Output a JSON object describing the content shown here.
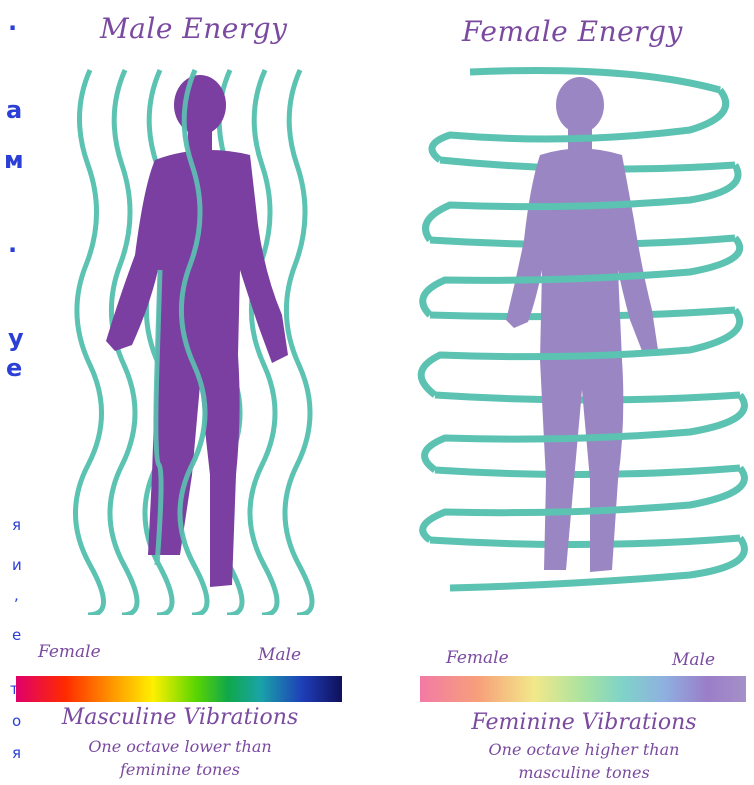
{
  "left_strip": {
    "fragments": [
      {
        "text": "."
      },
      {
        "text": "a"
      },
      {
        "text": "м"
      },
      {
        "text": "."
      },
      {
        "text": "y"
      },
      {
        "text": "e"
      },
      {
        "text": "я"
      },
      {
        "text": "и"
      },
      {
        "text": ","
      },
      {
        "text": "е"
      },
      {
        "text": "т"
      },
      {
        "text": "о"
      },
      {
        "text": "я"
      }
    ]
  },
  "male_panel": {
    "title": "Male Energy",
    "scale_left": "Female",
    "scale_right": "Male",
    "caption": "Masculine Vibrations",
    "subcaption_line1": "One octave lower than",
    "subcaption_line2": "feminine tones",
    "body_color": "#7a3fa0",
    "wave_color": "#5cc2b2"
  },
  "female_panel": {
    "title": "Female Energy",
    "scale_left": "Female",
    "scale_right": "Male",
    "caption": "Feminine Vibrations",
    "subcaption_line1": "One octave higher than",
    "subcaption_line2": "masculine tones",
    "body_color": "#9b86c4",
    "wave_color": "#5cc2b2"
  }
}
